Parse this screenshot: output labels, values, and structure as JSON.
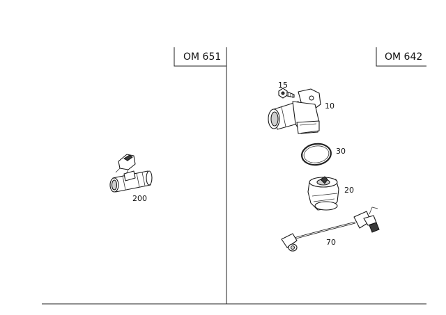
{
  "engines": {
    "left": "OM 651",
    "right": "OM 642"
  },
  "callouts": {
    "p200": "200",
    "p15": "15",
    "p10": "10",
    "p30": "30",
    "p20": "20",
    "p70": "70"
  }
}
